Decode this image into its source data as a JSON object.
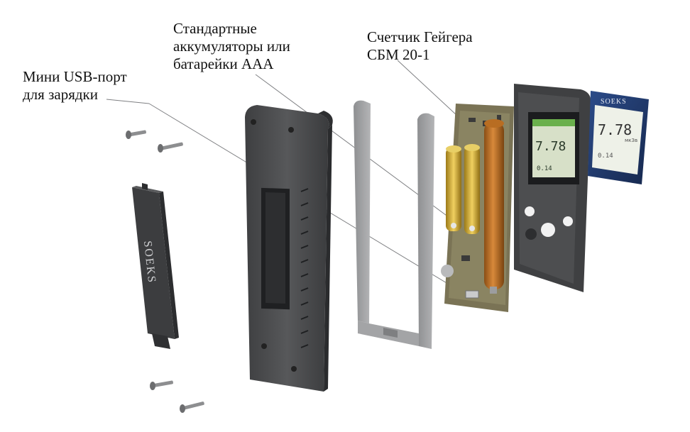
{
  "callouts": {
    "batteries": {
      "line1": "Стандартные",
      "line2": "аккумуляторы или",
      "line3": "батарейки ААА"
    },
    "usb_port": {
      "line1": "Мини USB-порт",
      "line2": "для зарядки"
    },
    "geiger_counter": {
      "line1": "Счетчик Гейгера",
      "line2": "СБМ 20-1"
    }
  },
  "branding": {
    "battery_cover_logo": "SOEKS",
    "display_logo": "SOEKS"
  },
  "display": {
    "reading": "7.78",
    "unit_label": "мкЗв",
    "small_reading": "0.14"
  },
  "colors": {
    "case_dark": "#4a4b4d",
    "frame_gray": "#9b9c9e",
    "pcb": "#7a7355",
    "geiger_tube": "#c77a2c",
    "battery_gold": "#d8b43a",
    "screen_blue": "#1f3a6e"
  }
}
